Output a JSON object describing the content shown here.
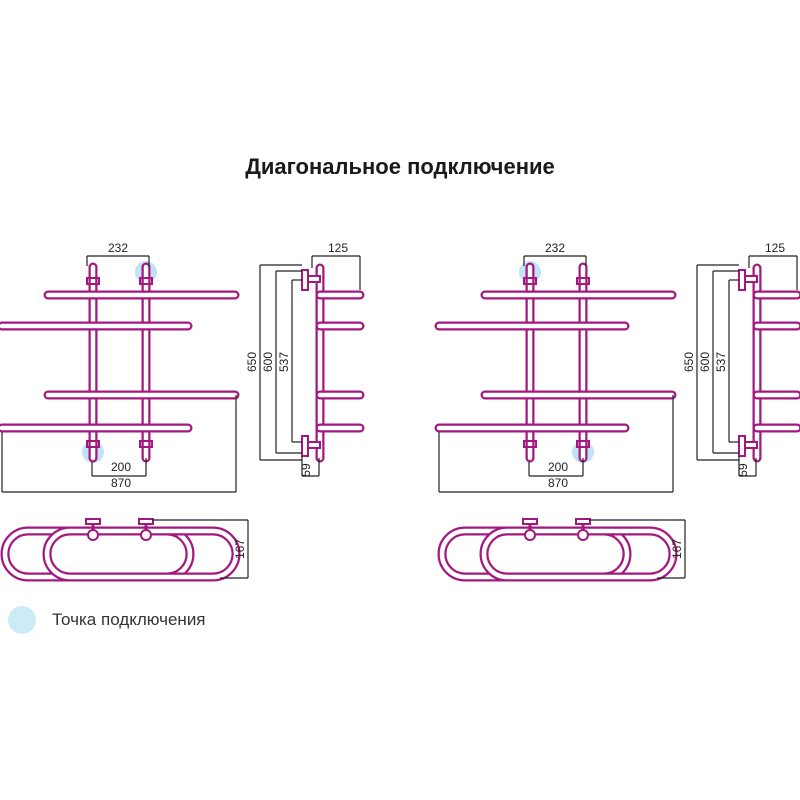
{
  "title": "Диагональное подключение",
  "legend": {
    "label": "Точка подключения",
    "color": "#cdeaf7"
  },
  "colors": {
    "pipe": "#a3187f",
    "pipe_inner": "#ffffff",
    "dim_line": "#222222",
    "connection": "#bfe4f5"
  },
  "dimensions": {
    "axis_spacing": "232",
    "bottom_spacing": "200",
    "width": "870",
    "height_total": "650",
    "height_600": "600",
    "height_537": "537",
    "depth": "125",
    "wall_offset": "59",
    "top_depth": "167"
  },
  "variants": [
    {
      "name": "left",
      "connections": [
        "top-right",
        "bottom-left"
      ]
    },
    {
      "name": "right",
      "connections": [
        "top-left",
        "bottom-right"
      ]
    }
  ]
}
